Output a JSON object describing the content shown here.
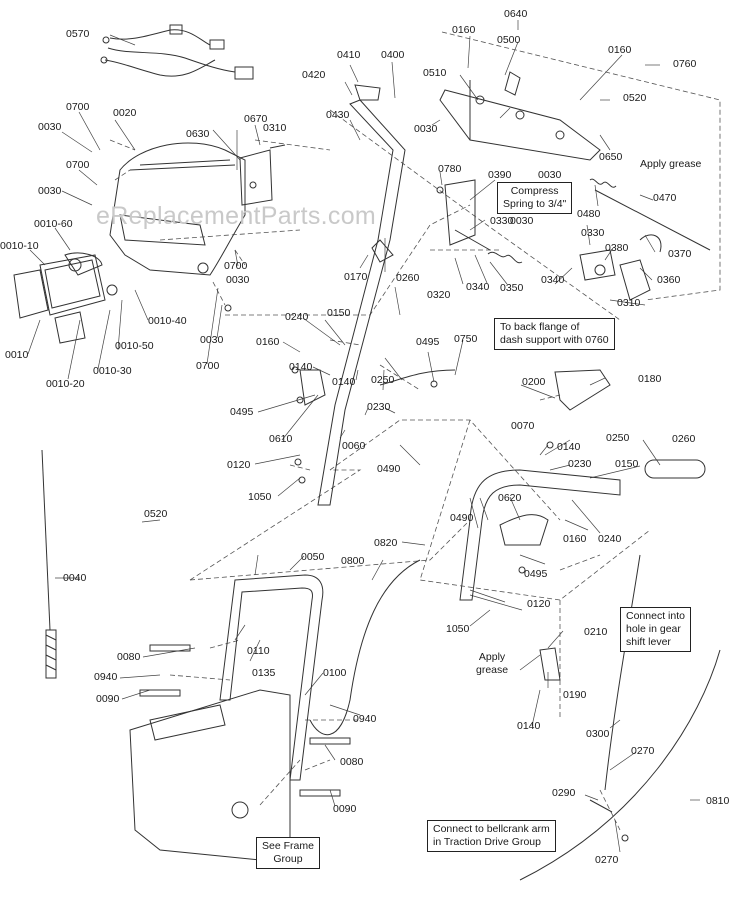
{
  "watermark": "eReplacementParts.com",
  "labels": {
    "p0570": "0570",
    "p0160a": "0160",
    "p0640": "0640",
    "p0500": "0500",
    "p0160b": "0160",
    "p0760": "0760",
    "p0410": "0410",
    "p0400": "0400",
    "p0420": "0420",
    "p0510": "0510",
    "p0520a": "0520",
    "p0700a": "0700",
    "p0020": "0020",
    "p0670": "0670",
    "p0430": "0430",
    "p0030a": "0030",
    "p0030b": "0030",
    "p0650": "0650",
    "p0030c": "0030",
    "p0630": "0630",
    "p0310a": "0310",
    "p0700b": "0700",
    "p0780": "0780",
    "p0390": "0390",
    "p0030d": "0030",
    "p0480": "0480",
    "p0470": "0470",
    "p0030e": "0030",
    "p0330a": "0330",
    "p0010_60": "0010-60",
    "p0330b": "0330",
    "p0010_10": "0010-10",
    "p0700c": "0700",
    "p0380": "0380",
    "p0370": "0370",
    "p0030f": "0030",
    "p0170": "0170",
    "p0320": "0320",
    "p0340a": "0340",
    "p0350": "0350",
    "p0340b": "0340",
    "p0360": "0360",
    "p0260a": "0260",
    "p0310b": "0310",
    "p0010_40": "0010-40",
    "p0030g": "0030",
    "p0240a": "0240",
    "p0150a": "0150",
    "p0010_50": "0010-50",
    "p0700d": "0700",
    "p0160c": "0160",
    "p0495a": "0495",
    "p0750": "0750",
    "p0010": "0010",
    "p0010_30": "0010-30",
    "p0010_20": "0010-20",
    "p0140a": "0140",
    "p0140b": "0140",
    "p0250a": "0250",
    "p0200": "0200",
    "p0180": "0180",
    "p0495b": "0495",
    "p0230a": "0230",
    "p0070": "0070",
    "p0610": "0610",
    "p0060": "0060",
    "p0140c": "0140",
    "p0250b": "0250",
    "p0260b": "0260",
    "p0490a": "0490",
    "p0120a": "0120",
    "p0230b": "0230",
    "p0150b": "0150",
    "p1050a": "1050",
    "p0490b": "0490",
    "p0620": "0620",
    "p0520b": "0520",
    "p0160d": "0160",
    "p0240b": "0240",
    "p0820": "0820",
    "p0050": "0050",
    "p0800": "0800",
    "p0495c": "0495",
    "p0040": "0040",
    "p0120b": "0120",
    "p0110": "0110",
    "p1050b": "1050",
    "p0210": "0210",
    "p0080a": "0080",
    "p0940a": "0940",
    "p0135": "0135",
    "p0100": "0100",
    "p0190": "0190",
    "p0090a": "0090",
    "p0940b": "0940",
    "p0140d": "0140",
    "p0300": "0300",
    "p0270a": "0270",
    "p0080b": "0080",
    "p0810": "0810",
    "p0290": "0290",
    "p0090b": "0090",
    "p0270b": "0270"
  },
  "notes": {
    "apply_grease_top": "Apply grease",
    "compress_spring": "Compress\nSpring to 3/4\"",
    "back_flange": "To back flange of\ndash support with 0760",
    "connect_gear_shift": "Connect into\nhole in gear\nshift lever",
    "apply_grease_bottom": "Apply\ngrease",
    "connect_bellcrank": "Connect to bellcrank arm\nin Traction Drive Group",
    "see_frame": "See Frame\nGroup"
  }
}
